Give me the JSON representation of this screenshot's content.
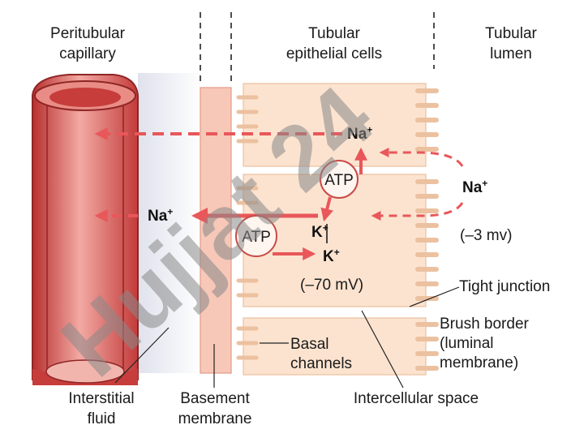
{
  "labels": {
    "peritubular_1": "Peritubular",
    "peritubular_2": "capillary",
    "epithelial_1": "Tubular",
    "epithelial_2": "epithelial cells",
    "lumen_1": "Tubular",
    "lumen_2": "lumen",
    "interstitial_1": "Interstitial",
    "interstitial_2": "fluid",
    "basement_1": "Basement",
    "basement_2": "membrane",
    "basal_1": "Basal",
    "basal_2": "channels",
    "intercellular": "Intercellular space",
    "tight_junction": "Tight junction",
    "brush_1": "Brush border",
    "brush_2": "(luminal",
    "brush_3": "membrane)"
  },
  "ions": {
    "na_top": "Na",
    "na_lumen": "Na",
    "na_left": "Na",
    "k_inside": "K",
    "k_out": "K",
    "plus": "+"
  },
  "pumps": {
    "atp_upper": "ATP",
    "atp_lower": "ATP"
  },
  "potentials": {
    "cell": "(–70 mV)",
    "lumen": "(–3 mv)"
  },
  "watermark": "Hujjat 24",
  "colors": {
    "arrow": "#e8575a",
    "capillary": "#c9403f",
    "cell": "#fbe3cf",
    "membrane": "#f7c8b8",
    "watermark_gray": "#8a8a8a",
    "watermark_purple": "#b89be6"
  }
}
